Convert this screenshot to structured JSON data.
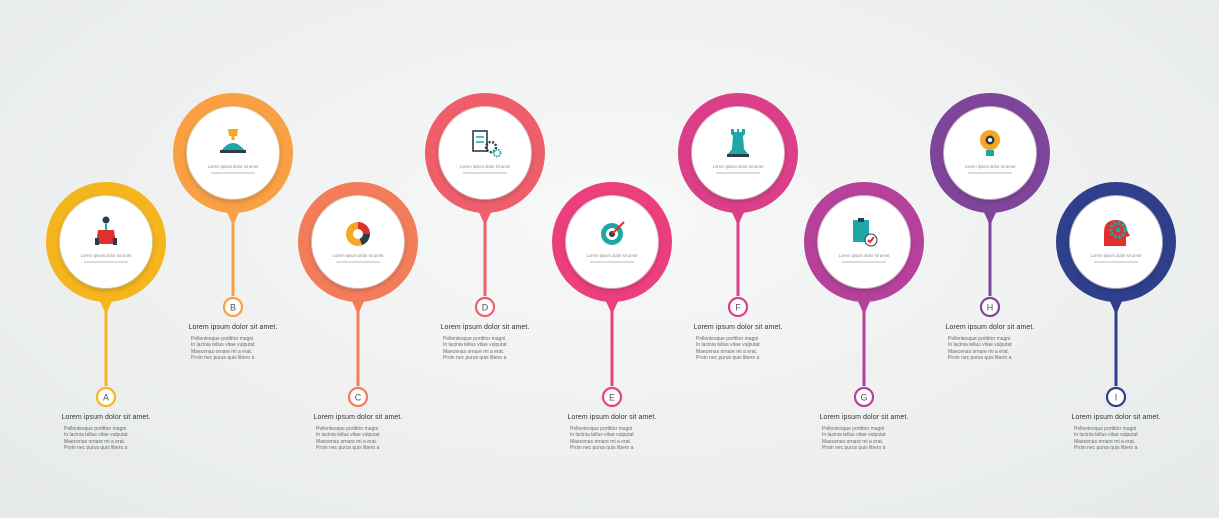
{
  "nodes": [
    {
      "letter": "A",
      "color": "#f5b51d",
      "icon": "presenter-icon",
      "caption": "Lorem ipsum dolor sit amet",
      "title": "Lorem ipsum dolor sit amet.",
      "body": [
        "Pellentesque porttitor magni",
        "In lacinia tellus vitae vulputat",
        "Maecenas ornare mi a erat.",
        "Proin nec purus quis libero a"
      ]
    },
    {
      "letter": "B",
      "color": "#f8a043",
      "icon": "trophy-icon",
      "caption": "Lorem ipsum dolor sit amet",
      "title": "Lorem ipsum dolor sit amet.",
      "body": [
        "Pellentesque porttitor magni",
        "In lacinia tellus vitae vulputat",
        "Maecenas ornare mi a erat.",
        "Proin nec purus quis libero a"
      ]
    },
    {
      "letter": "C",
      "color": "#f37d5a",
      "icon": "pie-chart-icon",
      "caption": "Lorem ipsum dolor sit amet",
      "title": "Lorem ipsum dolor sit amet.",
      "body": [
        "Pellentesque porttitor magni",
        "In lacinia tellus vitae vulputat",
        "Maecenas ornare mi a erat.",
        "Proin nec purus quis libero a"
      ]
    },
    {
      "letter": "D",
      "color": "#ee5f6b",
      "icon": "settings-board-icon",
      "caption": "Lorem ipsum dolor sit amet",
      "title": "Lorem ipsum dolor sit amet.",
      "body": [
        "Pellentesque porttitor magni",
        "In lacinia tellus vitae vulputat",
        "Maecenas ornare mi a erat.",
        "Proin nec purus quis libero a"
      ]
    },
    {
      "letter": "E",
      "color": "#ec3f7d",
      "icon": "target-icon",
      "caption": "Lorem ipsum dolor sit amet",
      "title": "Lorem ipsum dolor sit amet.",
      "body": [
        "Pellentesque porttitor magni",
        "In lacinia tellus vitae vulputat",
        "Maecenas ornare mi a erat.",
        "Proin nec purus quis libero a"
      ]
    },
    {
      "letter": "F",
      "color": "#db3f89",
      "icon": "chess-rook-icon",
      "caption": "Lorem ipsum dolor sit amet",
      "title": "Lorem ipsum dolor sit amet.",
      "body": [
        "Pellentesque porttitor magni",
        "In lacinia tellus vitae vulputat",
        "Maecenas ornare mi a erat.",
        "Proin nec purus quis libero a"
      ]
    },
    {
      "letter": "G",
      "color": "#b6419a",
      "icon": "clipboard-check-icon",
      "caption": "Lorem ipsum dolor sit amet",
      "title": "Lorem ipsum dolor sit amet.",
      "body": [
        "Pellentesque porttitor magni",
        "In lacinia tellus vitae vulputat",
        "Maecenas ornare mi a erat.",
        "Proin nec purus quis libero a"
      ]
    },
    {
      "letter": "H",
      "color": "#7f459a",
      "icon": "lightbulb-icon",
      "caption": "Lorem ipsum dolor sit amet",
      "title": "Lorem ipsum dolor sit amet.",
      "body": [
        "Pellentesque porttitor magni",
        "In lacinia tellus vitae vulputat",
        "Maecenas ornare mi a erat.",
        "Proin nec purus quis libero a"
      ]
    },
    {
      "letter": "I",
      "color": "#2f3f8c",
      "icon": "head-gear-icon",
      "caption": "Lorem ipsum dolor sit amet",
      "title": "Lorem ipsum dolor sit amet.",
      "body": [
        "Pellentesque porttitor magni",
        "In lacinia tellus vitae vulputat",
        "Maecenas ornare mi a erat.",
        "Proin nec purus quis libero a"
      ]
    }
  ],
  "icon_accent": "#1fa6a6",
  "icon_dark": "#2b3d4f",
  "icon_red": "#e0302e"
}
